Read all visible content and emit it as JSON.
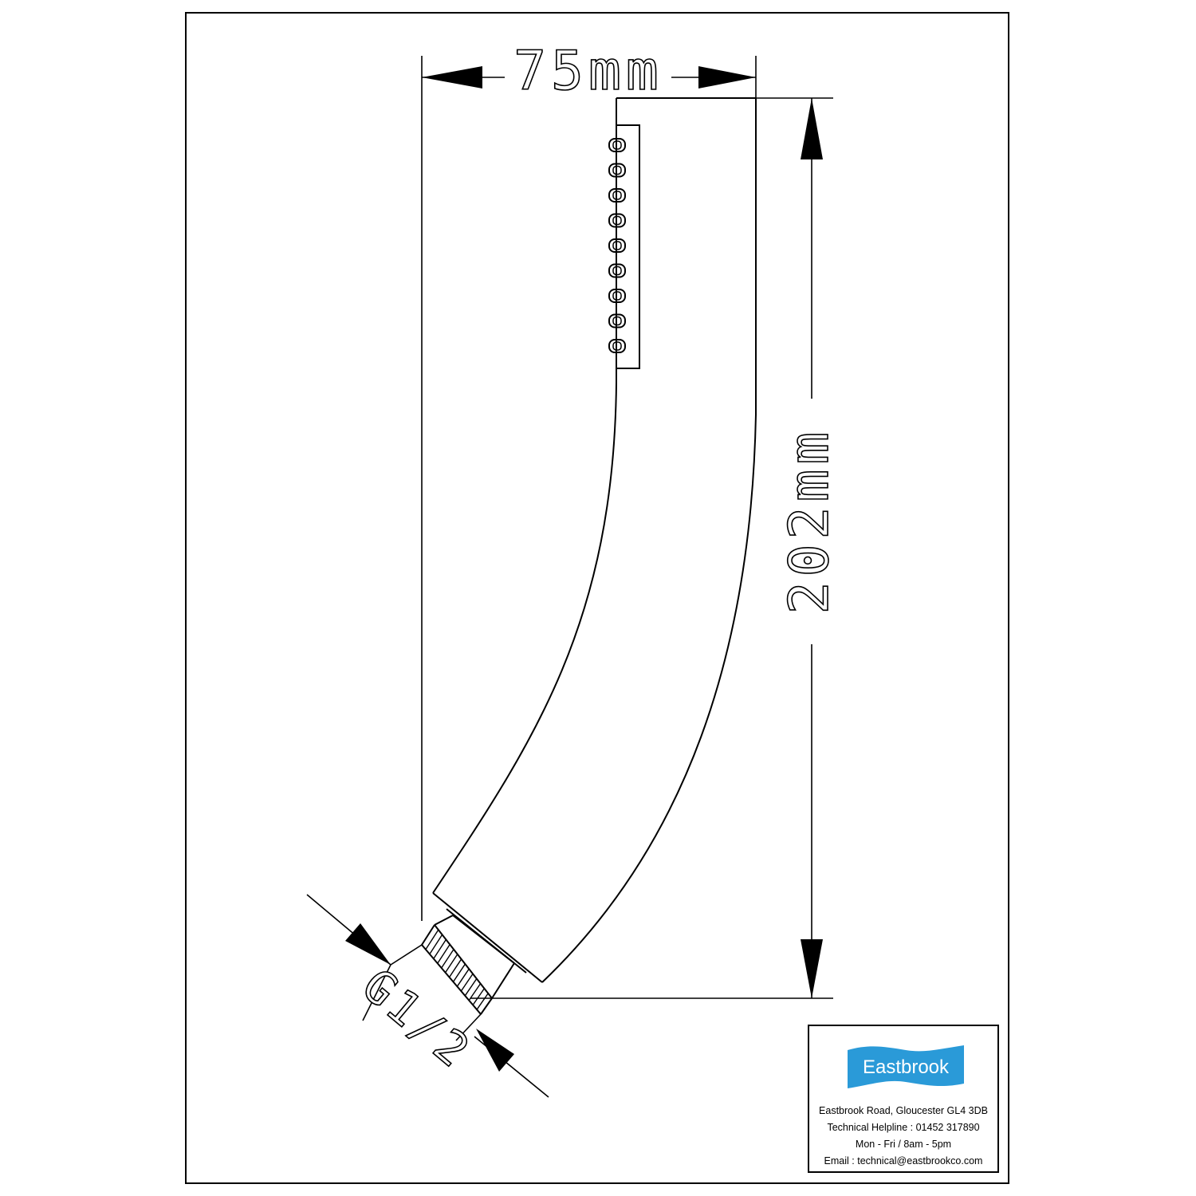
{
  "dimensions": {
    "width_label": "75mm",
    "height_label": "202mm",
    "thread_label": "G1/2"
  },
  "title_block": {
    "brand": "Eastbrook",
    "address": "Eastbrook Road, Gloucester GL4 3DB",
    "helpline": "Technical Helpline : 01452 317890",
    "hours": "Mon - Fri / 8am - 5pm",
    "email": "Email : technical@eastbrookco.com"
  },
  "colors": {
    "logo_blue": "#2a9ad8",
    "line": "#000000"
  },
  "nozzle_count": 9
}
